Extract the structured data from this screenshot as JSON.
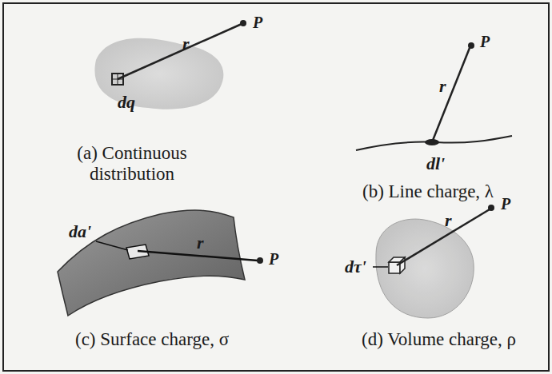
{
  "diagram": {
    "labels": [
      "P",
      "r",
      "dq",
      "(a) Continuous distribution",
      "P",
      "r",
      "dl'",
      "(b) Line charge, λ",
      "da'",
      "r",
      "P",
      "(c) Surface charge, σ",
      "P",
      "r",
      "dτ'",
      "(d) Volume charge, ρ"
    ]
  }
}
